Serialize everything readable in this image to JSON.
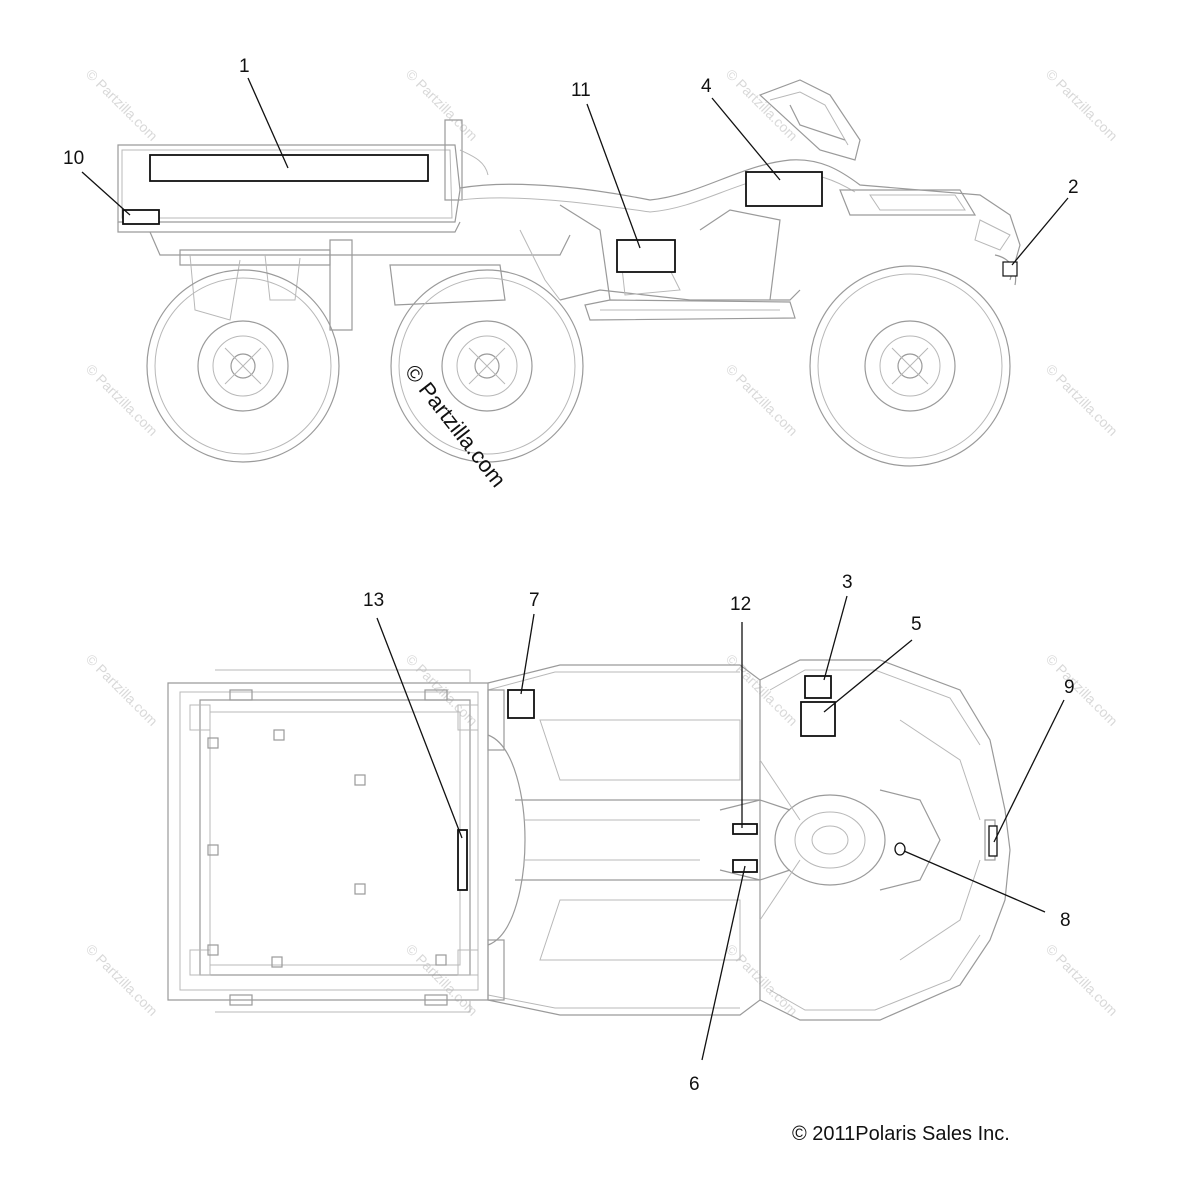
{
  "callouts": {
    "c1": "1",
    "c2": "2",
    "c3": "3",
    "c4": "4",
    "c5": "5",
    "c6": "6",
    "c7": "7",
    "c8": "8",
    "c9": "9",
    "c10": "10",
    "c11": "11",
    "c12": "12",
    "c13": "13"
  },
  "watermark": {
    "text": "© Partzilla.com",
    "center_text": "© Partzilla.com"
  },
  "copyright": "© 2011Polaris Sales Inc."
}
